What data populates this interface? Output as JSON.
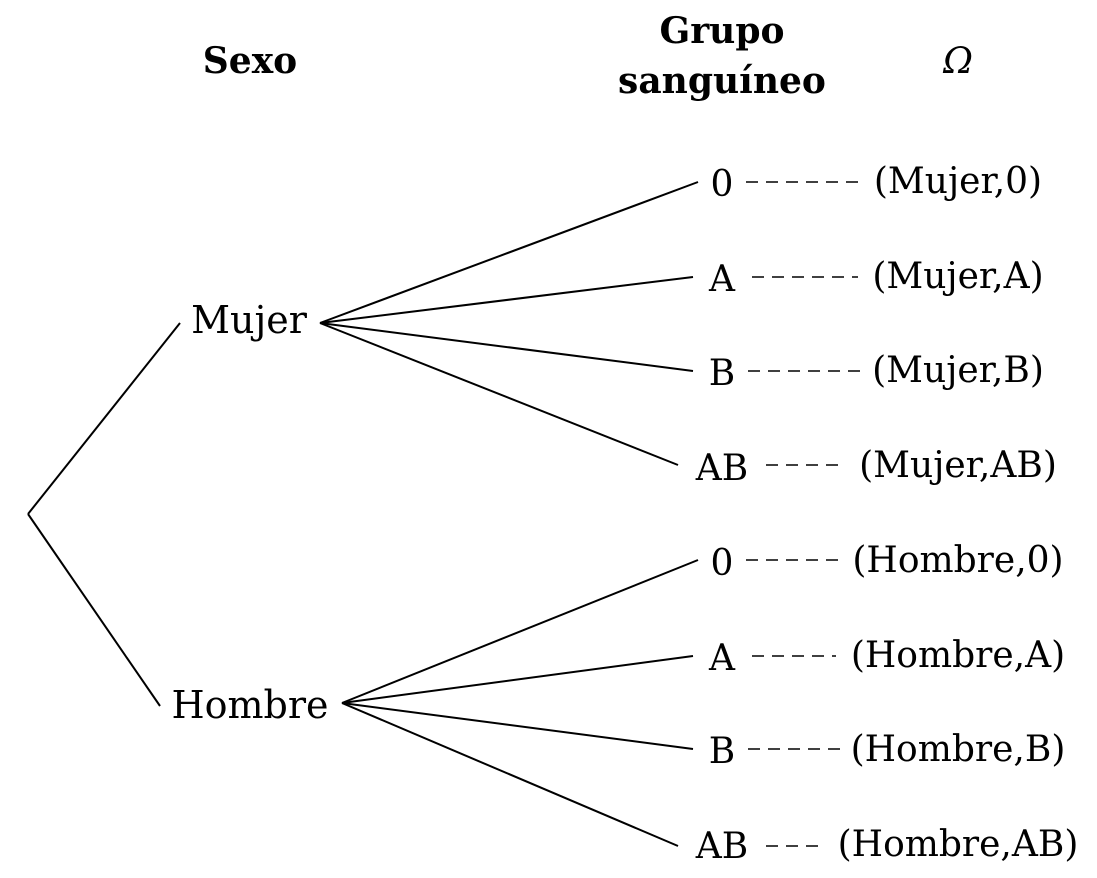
{
  "headers": {
    "sexo": "Sexo",
    "grupo_line1": "Grupo",
    "grupo_line2": "sanguíneo",
    "omega": "Ω"
  },
  "sexes": [
    {
      "label": "Mujer",
      "groups": [
        {
          "label": "0",
          "outcome": "(Mujer,0)"
        },
        {
          "label": "A",
          "outcome": "(Mujer,A)"
        },
        {
          "label": "B",
          "outcome": "(Mujer,B)"
        },
        {
          "label": "AB",
          "outcome": "(Mujer,AB)"
        }
      ]
    },
    {
      "label": "Hombre",
      "groups": [
        {
          "label": "0",
          "outcome": "(Hombre,0)"
        },
        {
          "label": "A",
          "outcome": "(Hombre,A)"
        },
        {
          "label": "B",
          "outcome": "(Hombre,B)"
        },
        {
          "label": "AB",
          "outcome": "(Hombre,AB)"
        }
      ]
    }
  ]
}
